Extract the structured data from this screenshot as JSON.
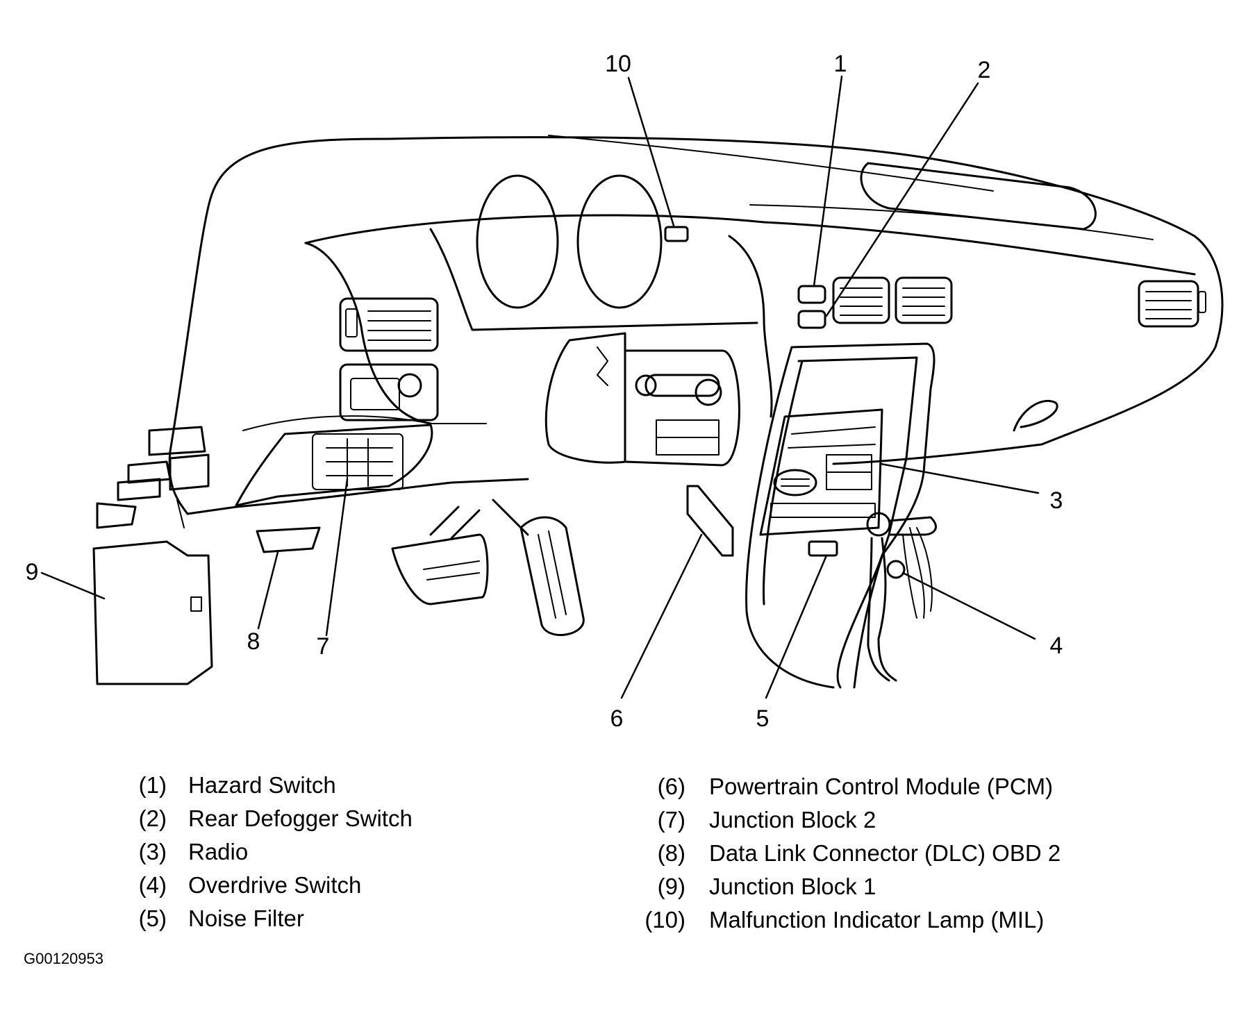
{
  "figure_id": "G00120953",
  "callouts": [
    "1",
    "2",
    "3",
    "4",
    "5",
    "6",
    "7",
    "8",
    "9",
    "10"
  ],
  "legend": [
    {
      "num": "(1)",
      "label": "Hazard Switch"
    },
    {
      "num": "(2)",
      "label": "Rear Defogger Switch"
    },
    {
      "num": "(3)",
      "label": "Radio"
    },
    {
      "num": "(4)",
      "label": "Overdrive Switch"
    },
    {
      "num": "(5)",
      "label": "Noise Filter"
    },
    {
      "num": "(6)",
      "label": "Powertrain Control Module (PCM)"
    },
    {
      "num": "(7)",
      "label": "Junction Block 2"
    },
    {
      "num": "(8)",
      "label": "Data Link Connector (DLC) OBD 2"
    },
    {
      "num": "(9)",
      "label": "Junction Block 1"
    },
    {
      "num": "(10)",
      "label": "Malfunction Indicator Lamp (MIL)"
    }
  ]
}
